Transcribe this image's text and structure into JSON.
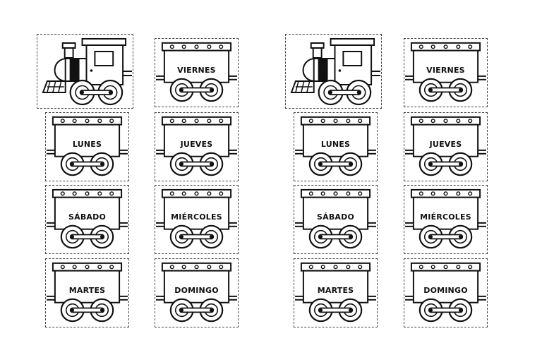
{
  "days": {
    "lunes": "LUNES",
    "martes": "MARTES",
    "miercoles": "MIÉRCOLES",
    "jueves": "JUEVES",
    "viernes": "VIERNES",
    "sabado": "SÁBADO",
    "domingo": "DOMINGO"
  },
  "line_color": "#111111",
  "border_style": "dashed"
}
